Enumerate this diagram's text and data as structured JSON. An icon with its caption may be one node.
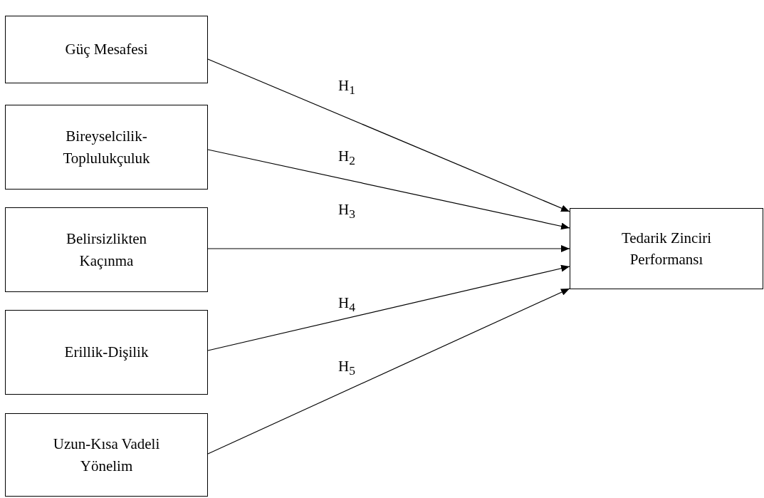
{
  "diagram": {
    "nodes": [
      {
        "text": [
          "Güç Mesafesi"
        ]
      },
      {
        "text": [
          "Bireyselcilik- Toplulukçuluk"
        ]
      },
      {
        "text": [
          "Belirsizlikten Kaçınma"
        ]
      },
      {
        "text": [
          "Erillik-Dişilik"
        ]
      },
      {
        "text": [
          "Uzun-Kısa Vadeli Yönelim"
        ]
      },
      {
        "text": [
          "Tedarik Zinciri Performansı"
        ]
      }
    ],
    "edges": [
      {
        "from": 0,
        "to": 5,
        "arrow": "to",
        "label": "H$_{1}$"
      },
      {
        "from": 1,
        "to": 5,
        "arrow": "to",
        "label": "H$_{2}$"
      },
      {
        "from": 2,
        "to": 5,
        "arrow": "to",
        "label": "H$_{3}$"
      },
      {
        "from": 3,
        "to": 5,
        "arrow": "to",
        "label": "H$_{4}$"
      },
      {
        "from": 4,
        "to": 5,
        "arrow": "to",
        "label": "H$_{5}$"
      }
    ]
  }
}
